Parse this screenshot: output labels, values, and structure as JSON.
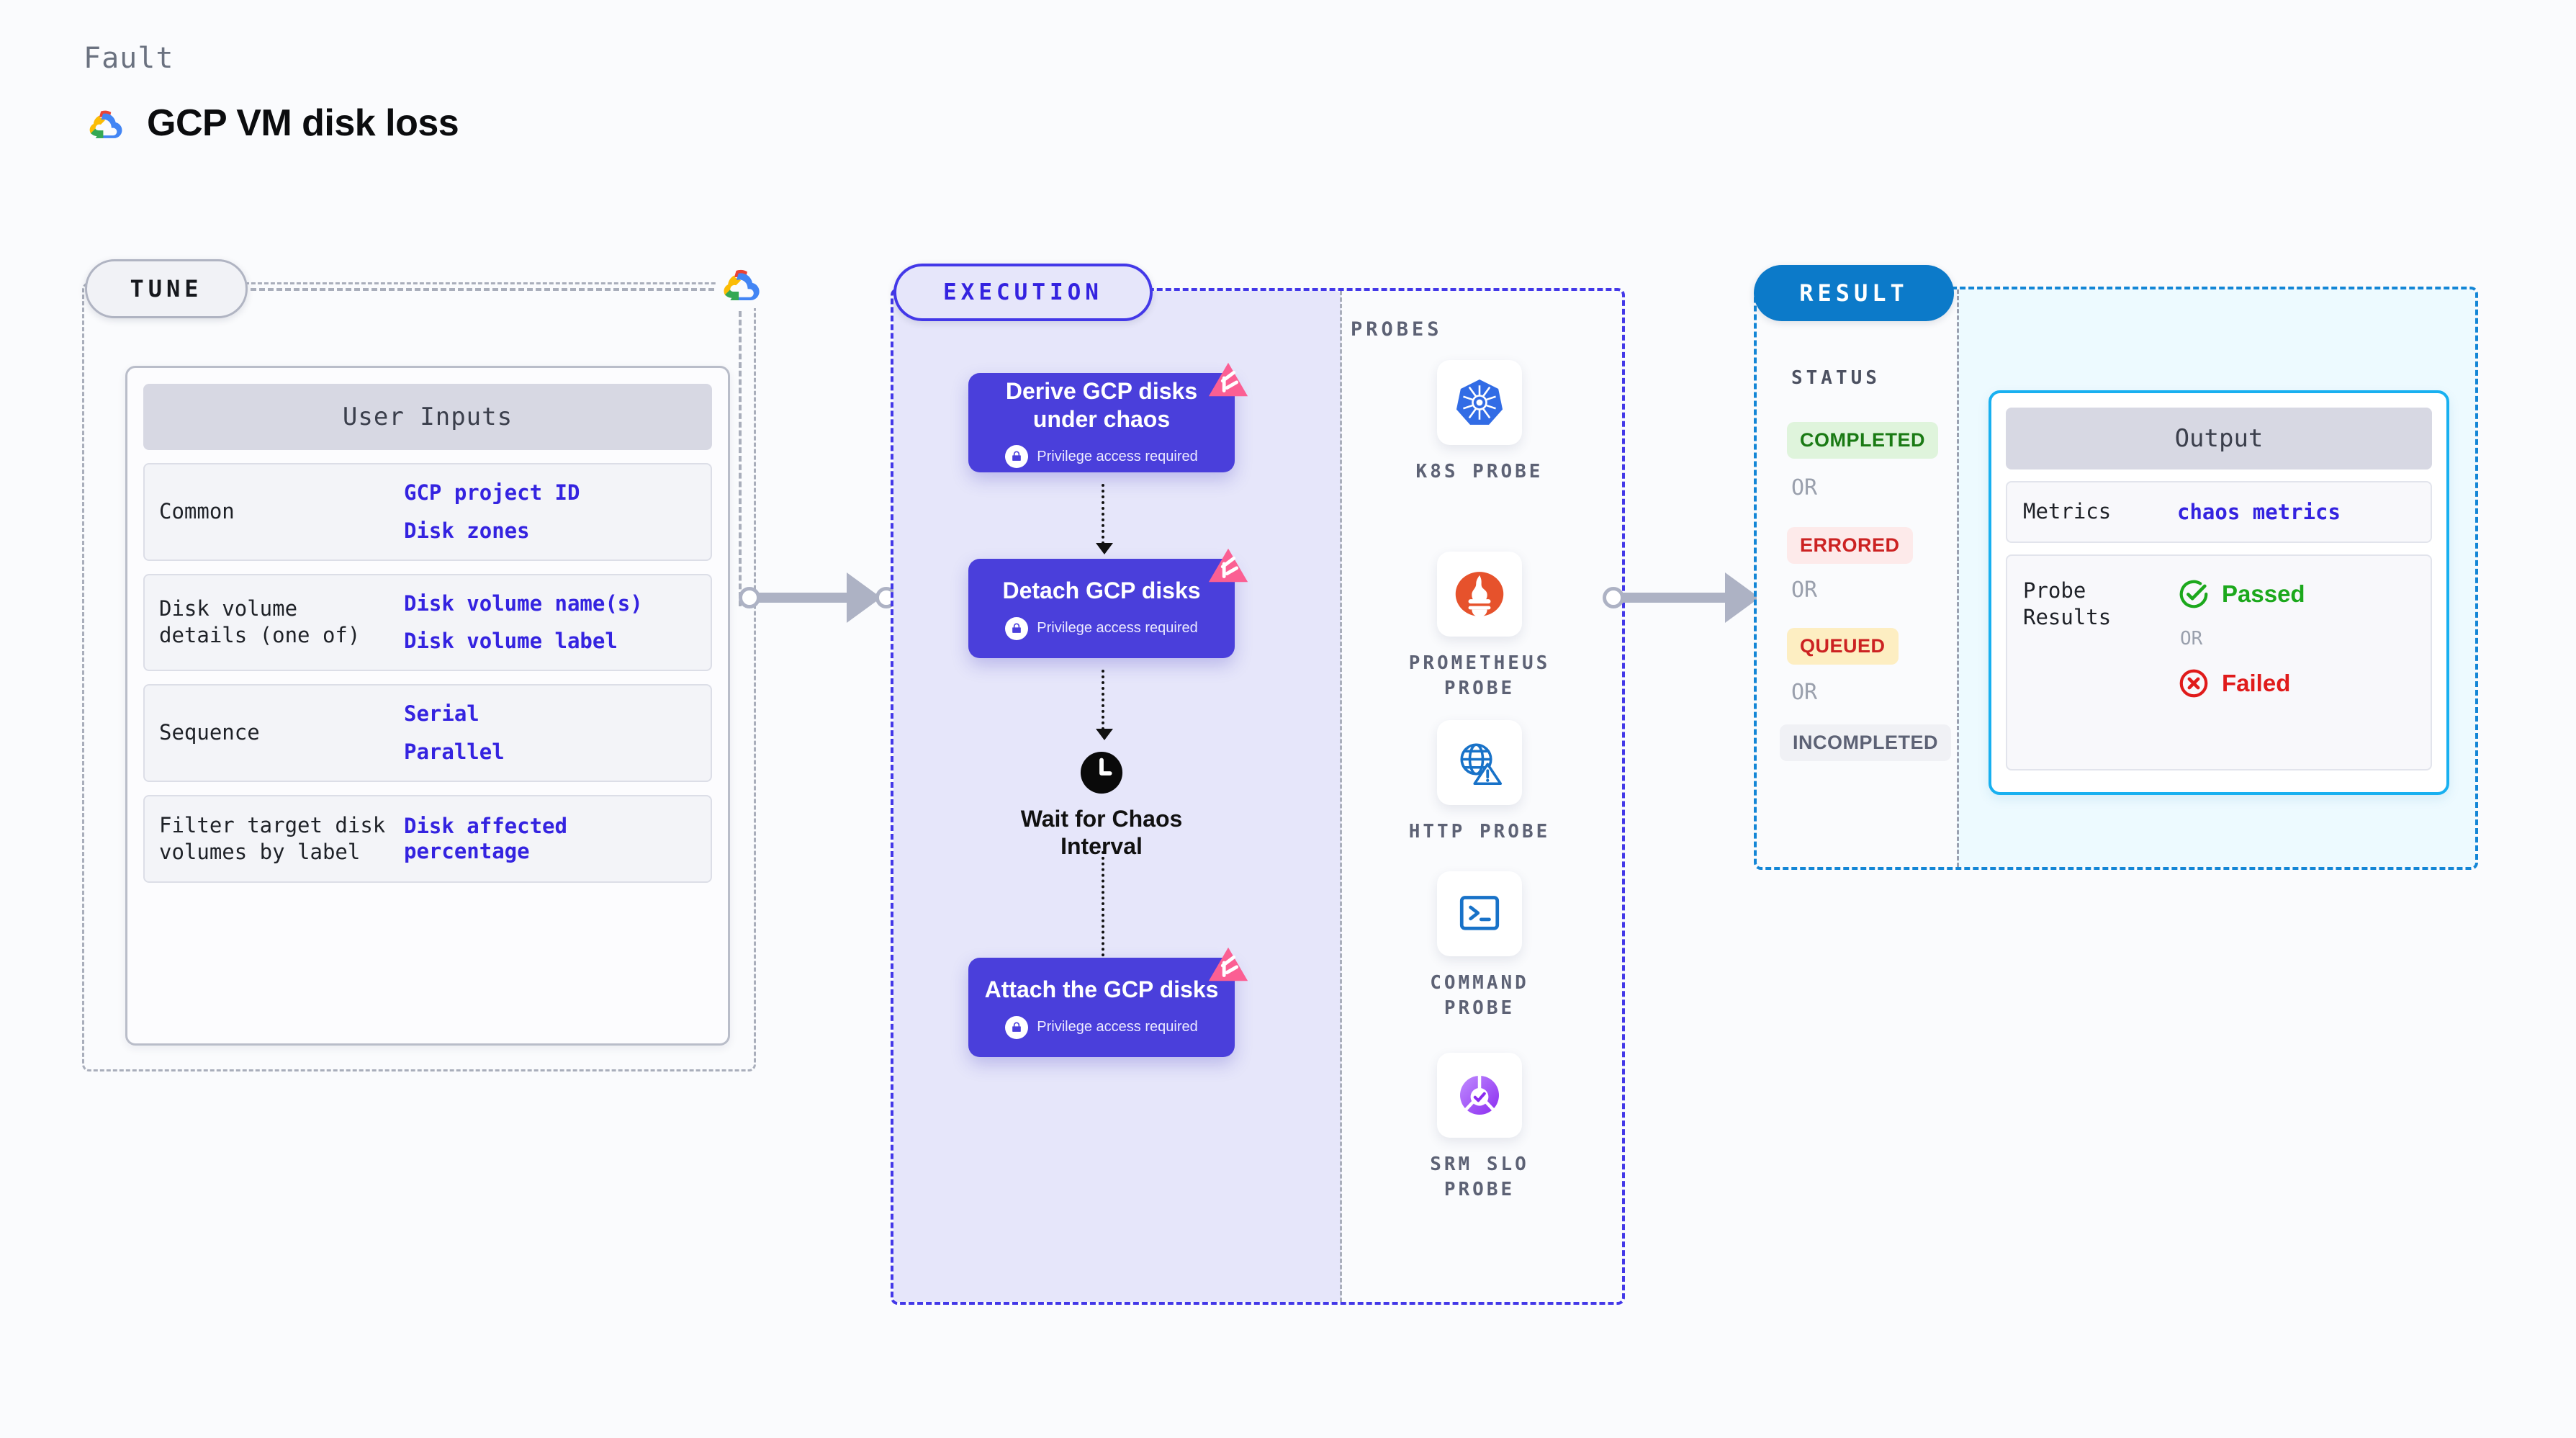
{
  "header": {
    "kicker": "Fault",
    "title": "GCP VM disk loss",
    "logo_icon": "gcp-cloud-logo"
  },
  "tune": {
    "pill_label": "TUNE",
    "link_icon": "gcp-cloud-logo",
    "user_inputs": {
      "heading": "User Inputs",
      "rows": [
        {
          "label": "Common",
          "values": [
            "GCP project ID",
            "Disk zones"
          ]
        },
        {
          "label": "Disk volume details (one of)",
          "values": [
            "Disk volume name(s)",
            "Disk volume label"
          ]
        },
        {
          "label": "Sequence",
          "values": [
            "Serial",
            "Parallel"
          ]
        },
        {
          "label": "Filter target disk volumes by label",
          "values": [
            "Disk affected percentage"
          ]
        }
      ]
    }
  },
  "execution": {
    "pill_label": "EXECUTION",
    "privilege_note": "Privilege access required",
    "nodes": [
      {
        "title": "Derive GCP disks under chaos",
        "privileged": true,
        "badge_icon": "harness-triangle-icon"
      },
      {
        "title": "Detach GCP disks",
        "privileged": true,
        "badge_icon": "harness-triangle-icon"
      },
      {
        "title": "Attach the GCP disks",
        "privileged": true,
        "badge_icon": "harness-triangle-icon"
      }
    ],
    "wait_node": {
      "label": "Wait for Chaos Interval",
      "icon": "clock-icon"
    }
  },
  "probes": {
    "title": "PROBES",
    "items": [
      {
        "label": "K8S PROBE",
        "icon": "kubernetes-icon"
      },
      {
        "label": "PROMETHEUS PROBE",
        "icon": "prometheus-icon"
      },
      {
        "label": "HTTP PROBE",
        "icon": "http-globe-warning-icon"
      },
      {
        "label": "COMMAND PROBE",
        "icon": "terminal-icon"
      },
      {
        "label": "SRM SLO PROBE",
        "icon": "srm-slo-icon"
      }
    ]
  },
  "result": {
    "pill_label": "RESULT",
    "status_title": "STATUS",
    "or_label": "OR",
    "statuses": [
      {
        "label": "COMPLETED",
        "bg": "#dff4dc",
        "fg": "#1a7a14"
      },
      {
        "label": "ERRORED",
        "bg": "#fdeaea",
        "fg": "#cc2222"
      },
      {
        "label": "QUEUED",
        "bg": "#fdeec2",
        "fg": "#cc2222"
      },
      {
        "label": "INCOMPLETED",
        "bg": "#f0f1f5",
        "fg": "#5d6275"
      }
    ],
    "output": {
      "heading": "Output",
      "metrics_label": "Metrics",
      "metrics_value": "chaos metrics",
      "probe_results_label": "Probe Results",
      "passed_label": "Passed",
      "failed_label": "Failed",
      "or_label": "OR",
      "passed_icon": "check-circle-icon",
      "failed_icon": "x-circle-icon"
    }
  },
  "colors": {
    "node_purple": "#4a3fdb",
    "exec_accent": "#4338e8",
    "result_accent": "#1386d6",
    "output_border": "#18b0f0",
    "link_blue": "#3423e0",
    "badge_pink": "#fb5f93",
    "connector_gray": "#adb2c4"
  }
}
